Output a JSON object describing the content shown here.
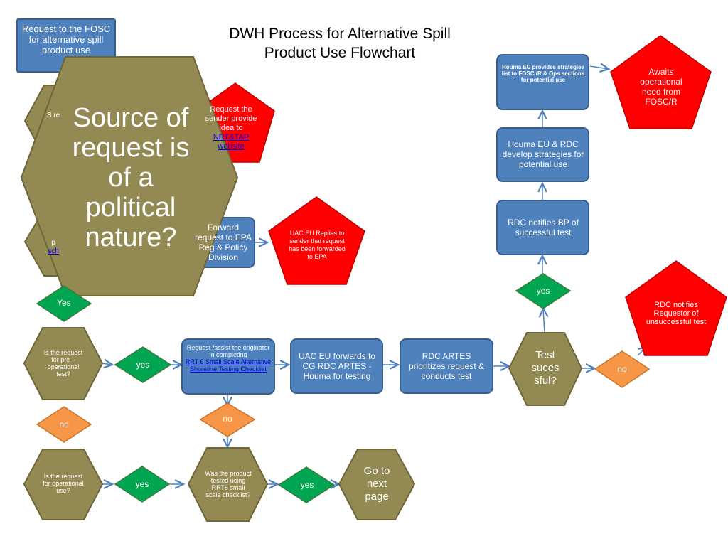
{
  "title": {
    "line1": "DWH Process for Alternative Spill",
    "line2": "Product Use Flowchart"
  },
  "nodes": {
    "request_fosc": "Request to the FOSC for alternative spill product use",
    "political": "Source of request is of a political nature?",
    "request_sender_prefix": "Request the sender provide idea to",
    "request_sender_link": "NRT&TAP website",
    "partial_left_text": "S re",
    "partial_left2_prefix": "p",
    "partial_left2_link": "sch",
    "forward_epa": "Forward request to EPA Reg & Policy Division",
    "uac_replies": "UAC EU Replies to sender that request has been forwarded to EPA",
    "houma_provides": "Houma EU provides strategies  list to FOSC /R & Ops sections for potential use",
    "awaits": "Awaits operational need from FOSC/R",
    "houma_rdc": "Houma EU & RDC develop strategies for potential  use",
    "rdc_notifies_bp": "RDC notifies BP of successful test",
    "yes_right": "yes",
    "rdc_notifies_requestor": "RDC notifies Requestor of unsuccessful test",
    "yes_left": "Yes",
    "pre_operational": "Is the request for pre – operational test?",
    "yes_pre": "yes",
    "request_assist_prefix": "Request /assist the originator in completing",
    "request_assist_link": "RRT 6 Small Scale Alternative Shoreline Testing Checklist",
    "uac_forwards": "UAC EU forwards to CG RDC ARTES - Houma for testing",
    "rdc_artes": "RDC ARTES prioritizes request & conducts test",
    "test_success": "Test suces sful?",
    "no_test": "no",
    "no_left": "no",
    "no_mid": "no",
    "operational_use": "Is the request for operational use?",
    "yes_op": "yes",
    "was_tested": "Was the product tested using RRT6 small scale checklist?",
    "yes_was": "yes",
    "go_next": "Go to next page"
  },
  "colors": {
    "blue": "#4F81BD",
    "blue_border": "#385D8A",
    "olive": "#938953",
    "olive_border": "#6E6638",
    "red": "#FF0000",
    "green": "#00A651",
    "orange": "#F79646"
  }
}
